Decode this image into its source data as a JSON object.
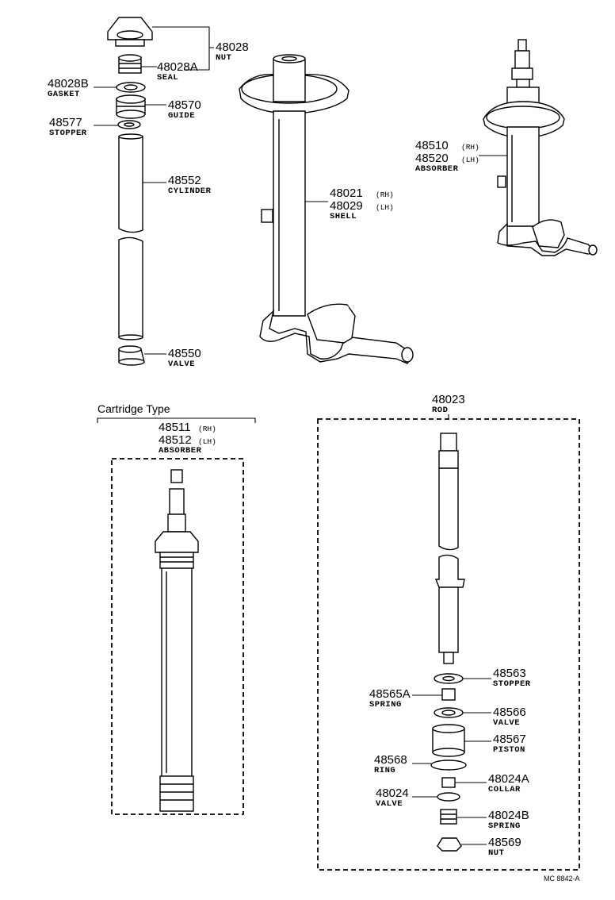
{
  "cartridge_title": "Cartridge Type",
  "footer_code": "MC 8842-A",
  "callouts": {
    "c48028": {
      "num": "48028",
      "name": "NUT"
    },
    "c48028A": {
      "num": "48028A",
      "name": "SEAL"
    },
    "c48028B": {
      "num": "48028B",
      "name": "GASKET"
    },
    "c48570": {
      "num": "48570",
      "name": "GUIDE"
    },
    "c48577": {
      "num": "48577",
      "name": "STOPPER"
    },
    "c48552": {
      "num": "48552",
      "name": "CYLINDER"
    },
    "c48550": {
      "num": "48550",
      "name": "VALVE"
    },
    "c48021": {
      "num": "48021",
      "suffix": "(RH)"
    },
    "c48029": {
      "num": "48029",
      "suffix": "(LH)",
      "name": "SHELL"
    },
    "c48510": {
      "num": "48510",
      "suffix": "(RH)"
    },
    "c48520": {
      "num": "48520",
      "suffix": "(LH)",
      "name": "ABSORBER"
    },
    "c48511": {
      "num": "48511",
      "suffix": "(RH)"
    },
    "c48512": {
      "num": "48512",
      "suffix": "(LH)",
      "name": "ABSORBER"
    },
    "c48023": {
      "num": "48023",
      "name": "ROD"
    },
    "c48563": {
      "num": "48563",
      "name": "STOPPER"
    },
    "c48565A": {
      "num": "48565A",
      "name": "SPRING"
    },
    "c48566": {
      "num": "48566",
      "name": "VALVE"
    },
    "c48567": {
      "num": "48567",
      "name": "PISTON"
    },
    "c48568": {
      "num": "48568",
      "name": "RING"
    },
    "c48024A": {
      "num": "48024A",
      "name": "COLLAR"
    },
    "c48024": {
      "num": "48024",
      "name": "VALVE"
    },
    "c48024B": {
      "num": "48024B",
      "name": "SPRING"
    },
    "c48569": {
      "num": "48569",
      "name": "NUT"
    }
  }
}
